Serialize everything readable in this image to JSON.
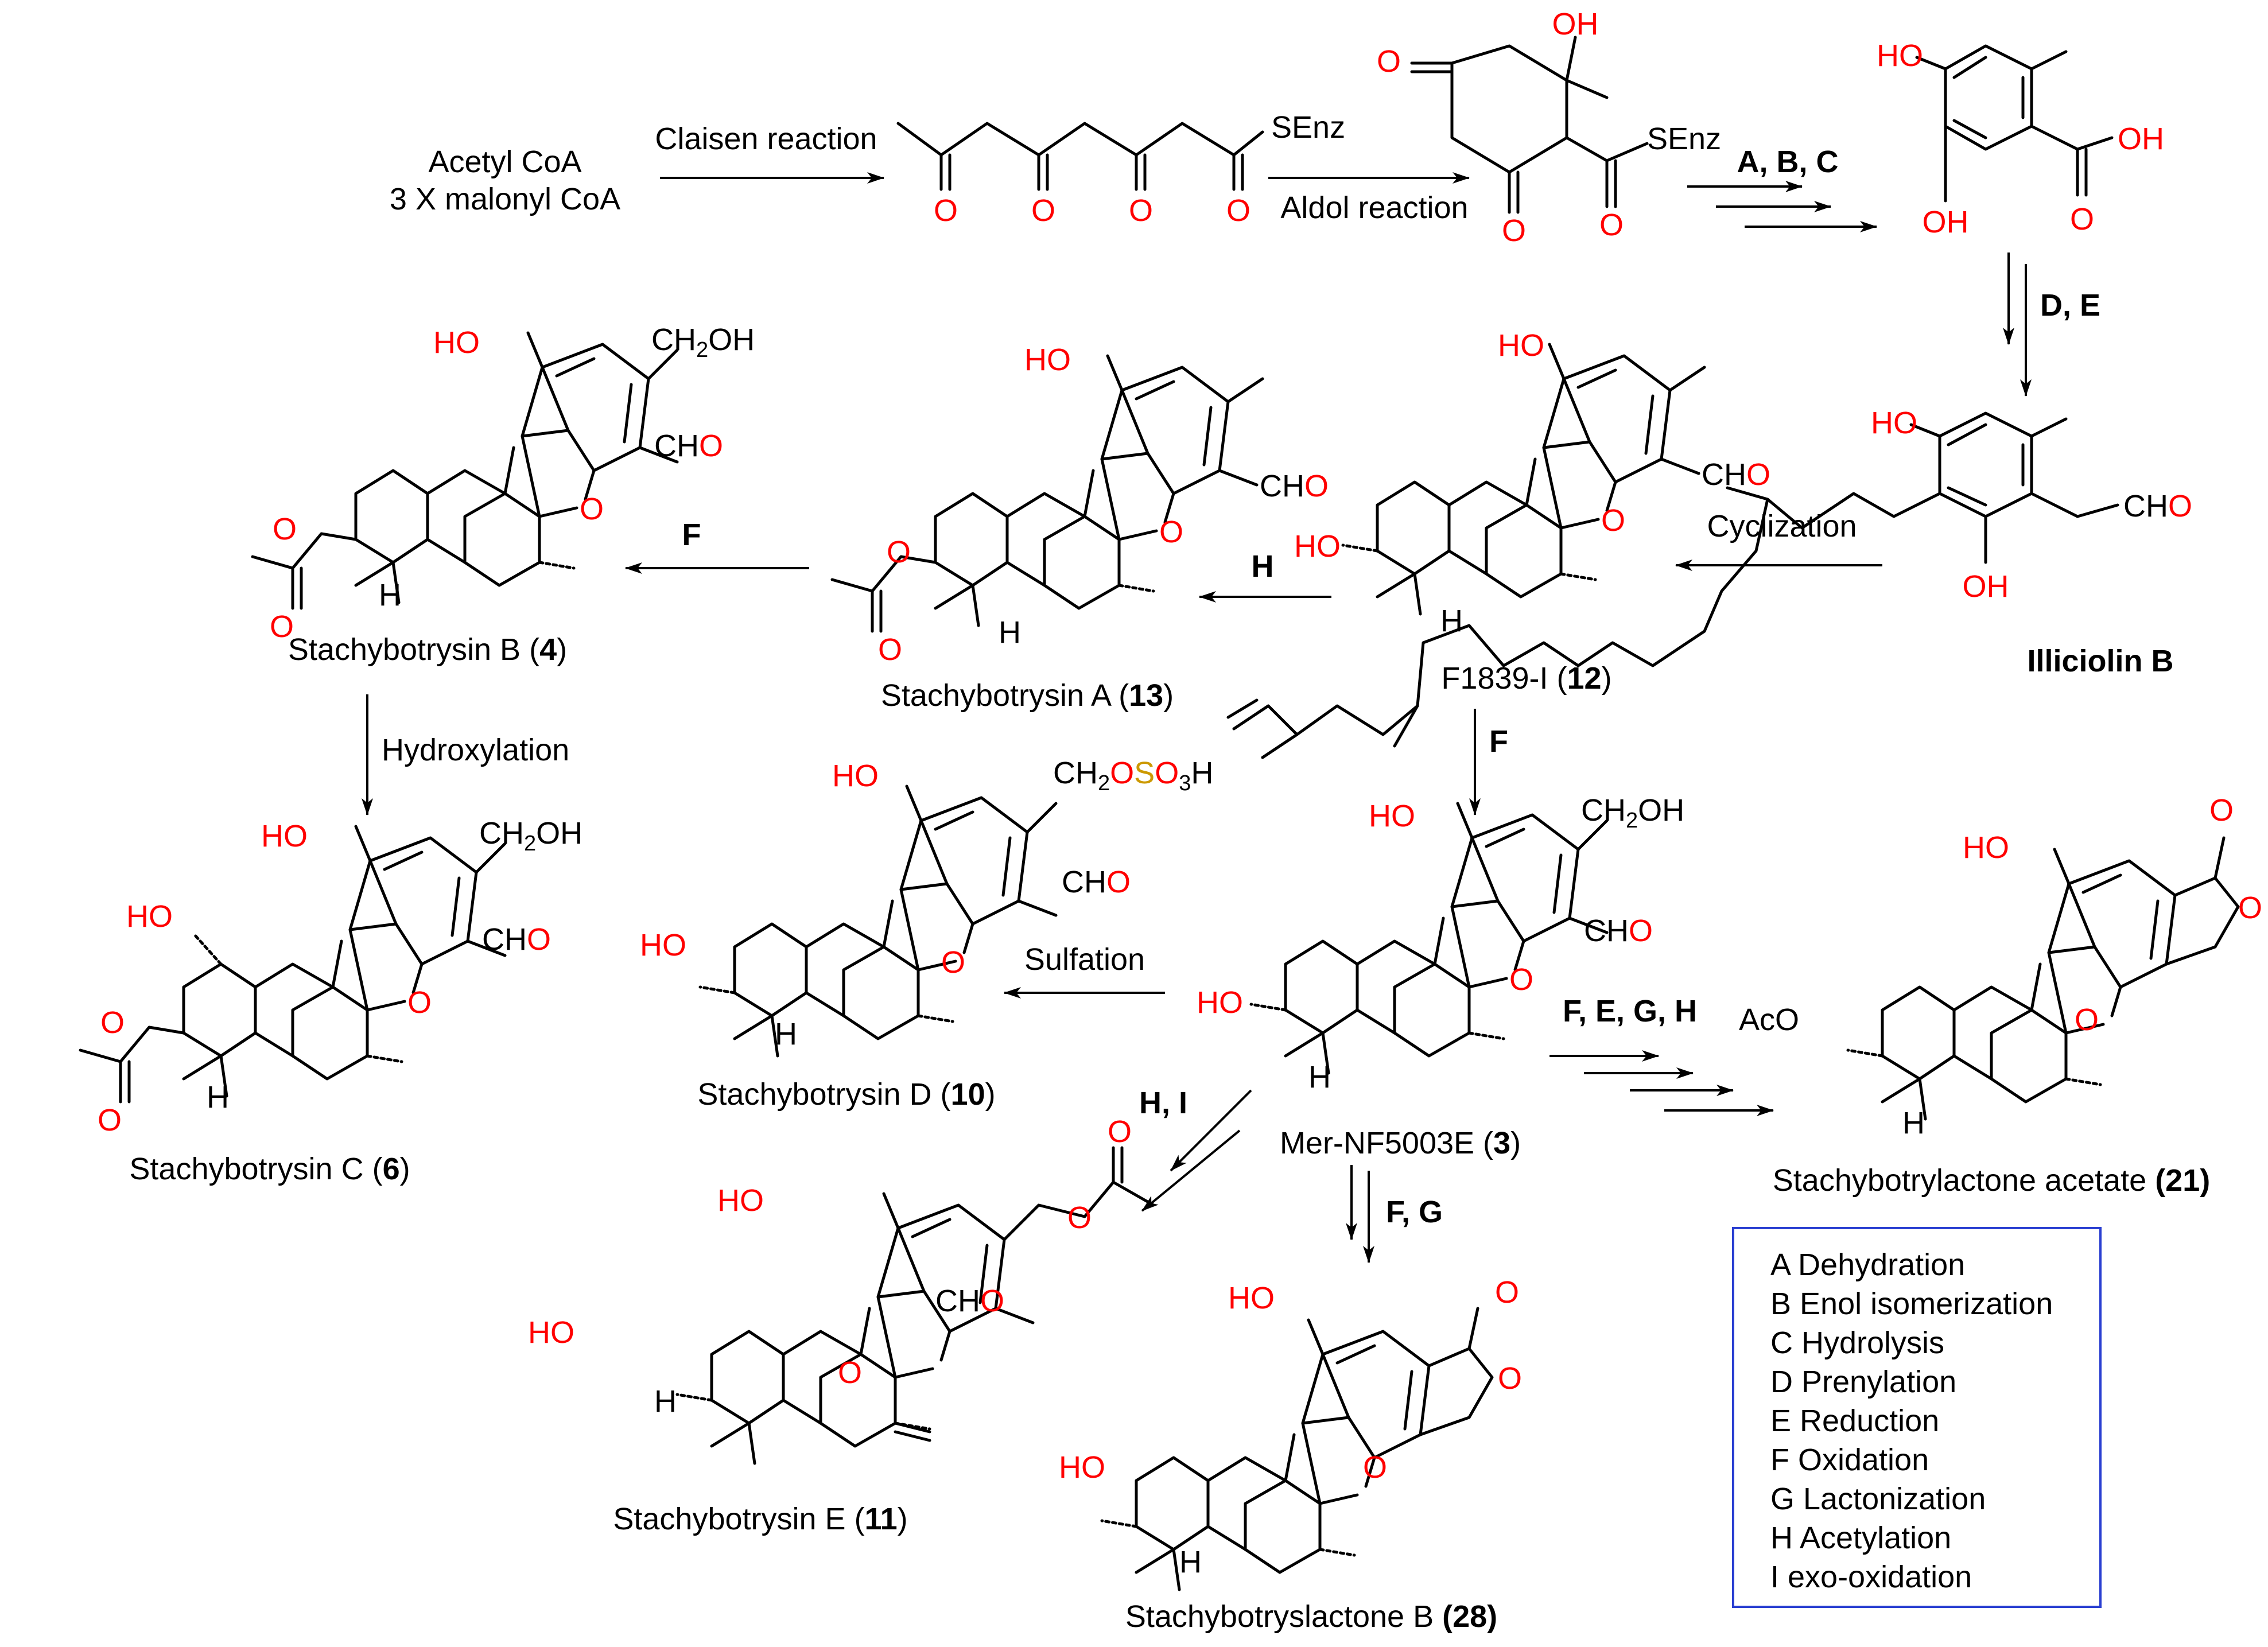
{
  "colors": {
    "heteroatom": "#ff0000",
    "sulfur": "#cc9900",
    "key_border": "#2a3fd1",
    "ink": "#000000"
  },
  "start": {
    "line1": "Acetyl CoA",
    "line2": "3 X malonyl CoA"
  },
  "steps": {
    "claisen": "Claisen reaction",
    "aldol": "Aldol reaction",
    "abc": "A, B, C",
    "de": "D, E",
    "cyclization": "Cyclization",
    "h1": "H",
    "f1": "F",
    "f2": "F",
    "hydroxylation": "Hydroxylation",
    "sulfation": "Sulfation",
    "hi": "H, I",
    "fg": "F, G",
    "fegh": "F, E, G, H"
  },
  "atoms": {
    "O": "O",
    "OH": "OH",
    "HO": "HO",
    "H": "H",
    "SEnz": "SEnz",
    "CH2OH_a": "CH",
    "CH2OH_b": "2",
    "CH2OH_c": "OH",
    "CHO_a": "CH",
    "CHO_b": "O",
    "OSO3H_a": "CH",
    "OSO3H_b": "2",
    "OSO3H_c": "O",
    "OSO3H_d": "S",
    "OSO3H_e": "O",
    "OSO3H_f": "3",
    "OSO3H_g": "H",
    "AcO_a": "AcO"
  },
  "compounds": {
    "illiciolin": "Illiciolin B",
    "c12": {
      "name": "F1839-I (",
      "num": "12",
      "close": ")"
    },
    "c13": {
      "name": "Stachybotrysin A (",
      "num": "13",
      "close": ")"
    },
    "c4": {
      "name": "Stachybotrysin B (",
      "num": "4",
      "close": ")"
    },
    "c6": {
      "name": "Stachybotrysin C (",
      "num": "6",
      "close": ")"
    },
    "c10": {
      "name": "Stachybotrysin D (",
      "num": "10",
      "close": ")"
    },
    "c3": {
      "name": "Mer-NF5003E (",
      "num": "3",
      "close": ")"
    },
    "c11": {
      "name": "Stachybotrysin E (",
      "num": "11",
      "close": ")"
    },
    "c28": {
      "name": "Stachybotryslactone B ",
      "num": "(28)",
      "close": ""
    },
    "c21": {
      "name": "Stachybotrylactone acetate ",
      "num": "(21)",
      "close": ""
    }
  },
  "key": [
    "A Dehydration",
    "B Enol isomerization",
    "C Hydrolysis",
    "D Prenylation",
    "E Reduction",
    "F Oxidation",
    "G Lactonization",
    "H Acetylation",
    "I exo-oxidation"
  ]
}
